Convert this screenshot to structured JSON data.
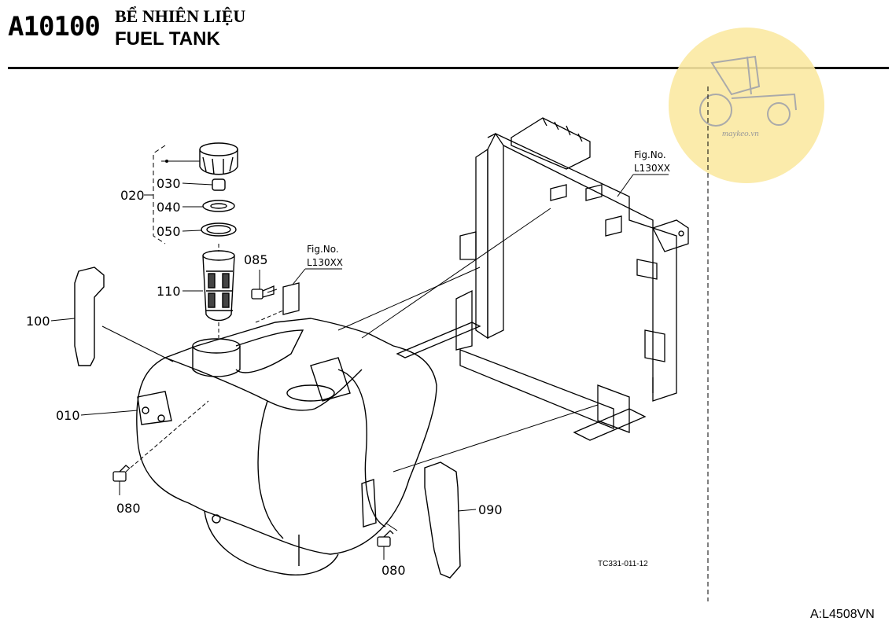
{
  "header": {
    "code": "A10100",
    "title_vn": "BỂ NHIÊN LIỆU",
    "title_en": "FUEL TANK"
  },
  "watermark": {
    "text": "maykeo.vn",
    "icon": "tractor-icon",
    "color": "#fbe9a2"
  },
  "parts": [
    {
      "id": "010"
    },
    {
      "id": "020"
    },
    {
      "id": "030"
    },
    {
      "id": "040"
    },
    {
      "id": "050"
    },
    {
      "id": "080"
    },
    {
      "id": "085"
    },
    {
      "id": "090"
    },
    {
      "id": "100"
    },
    {
      "id": "110"
    }
  ],
  "labels": {
    "p010": "010",
    "p020": "020",
    "p030": "030",
    "p040": "040",
    "p050": "050",
    "p080a": "080",
    "p080b": "080",
    "p085": "085",
    "p090": "090",
    "p100": "100",
    "p110": "110"
  },
  "fig_refs": {
    "fig_no": "Fig.No.",
    "ref1": "L130XX",
    "ref2": "L130XX"
  },
  "drawing_ref": "TC331-011-12",
  "footer": "A:L4508VN"
}
